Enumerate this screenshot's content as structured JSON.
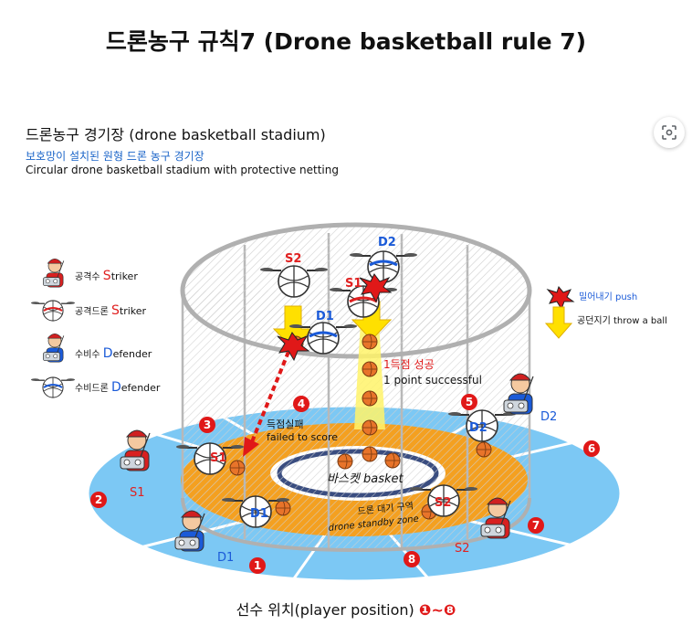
{
  "title": "드론농구 규칙7 (Drone basketball rule 7)",
  "stadium": {
    "title": "드론농구 경기장 (drone basketball stadium)",
    "subtitle_ko": "보호망이 설치된 원형 드론 농구 경기장",
    "subtitle_en": "Circular drone basketball stadium with protective netting"
  },
  "legend": {
    "striker_player": {
      "ko": "공격수",
      "initial": "S",
      "rest": "triker"
    },
    "striker_drone": {
      "ko": "공격드론",
      "initial": "S",
      "rest": "triker"
    },
    "defender_player": {
      "ko": "수비수",
      "initial": "D",
      "rest": "efender"
    },
    "defender_drone": {
      "ko": "수비드론",
      "initial": "D",
      "rest": "efender"
    }
  },
  "actions": {
    "push": "밀어내기 push",
    "throw": "공던지기 throw a ball"
  },
  "annotations": {
    "success_ko": "1득점 성공",
    "success_en": "1 point successful",
    "fail_ko": "득점실패",
    "fail_en": "failed to score",
    "basket": "바스켓 basket",
    "standby_ko": "드론 대기 구역",
    "standby_en": "drone standby zone"
  },
  "drone_labels": {
    "s2_top": "S2",
    "d2_top": "D2",
    "s1_top": "S1",
    "d1_mid": "D1",
    "s1_left": "S1",
    "d1_bottom": "D1",
    "d2_right": "D2",
    "s2_bottom": "S2"
  },
  "player_labels": {
    "s1": "S1",
    "d1": "D1",
    "d2": "D2",
    "s2": "S2"
  },
  "positions": [
    "1",
    "2",
    "3",
    "4",
    "5",
    "6",
    "7",
    "8"
  ],
  "footer": {
    "text": "선수 위치(player position)",
    "range": "❶~❽"
  },
  "colors": {
    "striker": "#e02020",
    "defender": "#1a5ad8",
    "arena_blue": "#7cc8f4",
    "standby_orange": "#f4a020",
    "ball": "#e8742a"
  }
}
